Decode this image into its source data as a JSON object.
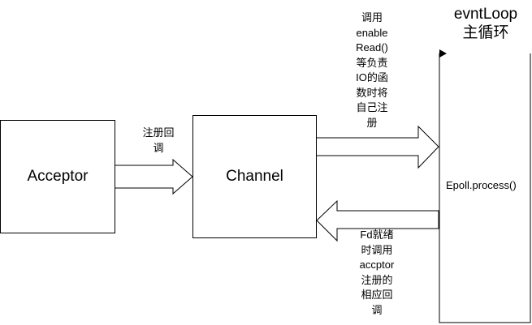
{
  "colors": {
    "stroke": "#000000",
    "fill": "#ffffff",
    "arrow_fill": "#ffffff"
  },
  "nodes": {
    "acceptor": {
      "label": "Acceptor"
    },
    "channel": {
      "label": "Channel"
    },
    "loop": {
      "label": "Epoll.process()"
    }
  },
  "loop_title": {
    "line1": "evntLoop",
    "line2": "主循环"
  },
  "edges": {
    "acceptor_to_channel": {
      "lines": [
        "注册回",
        "调"
      ]
    },
    "channel_to_loop": {
      "lines": [
        "调用",
        "enable",
        "Read()",
        "等负责",
        "IO的函",
        "数时将",
        "自己注",
        "册"
      ]
    },
    "loop_to_channel": {
      "lines": [
        "Fd就绪",
        "时调用",
        "accptor",
        "注册的",
        "相应回",
        "调"
      ]
    }
  }
}
